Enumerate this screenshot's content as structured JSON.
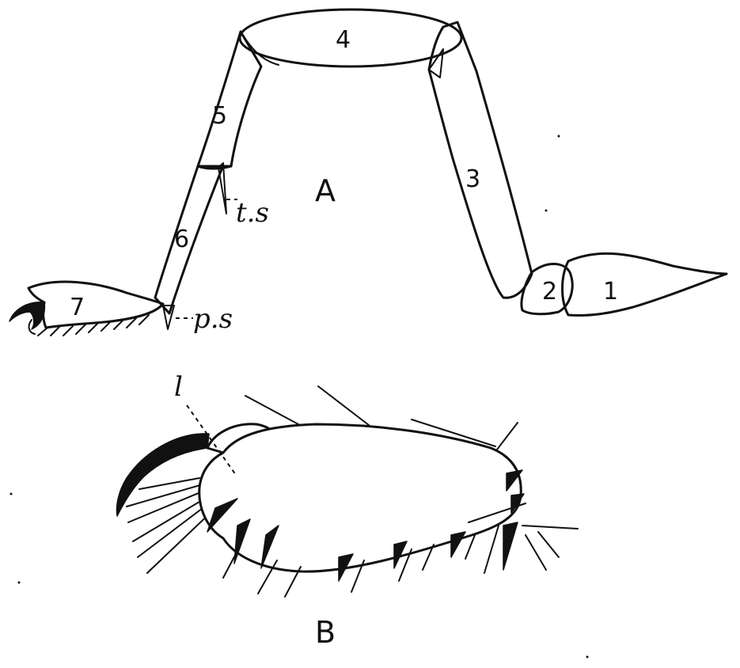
{
  "figure": {
    "panel_a": {
      "label": "A",
      "segments": [
        "1",
        "2",
        "3",
        "4",
        "5",
        "6",
        "7"
      ],
      "callouts": {
        "tibial_spur": "t.s",
        "pretarsal_spur": "p.s"
      }
    },
    "panel_b": {
      "label": "B",
      "callouts": {
        "lobe": "l"
      }
    }
  },
  "colors": {
    "ink": "#111111",
    "paper": "#ffffff"
  }
}
